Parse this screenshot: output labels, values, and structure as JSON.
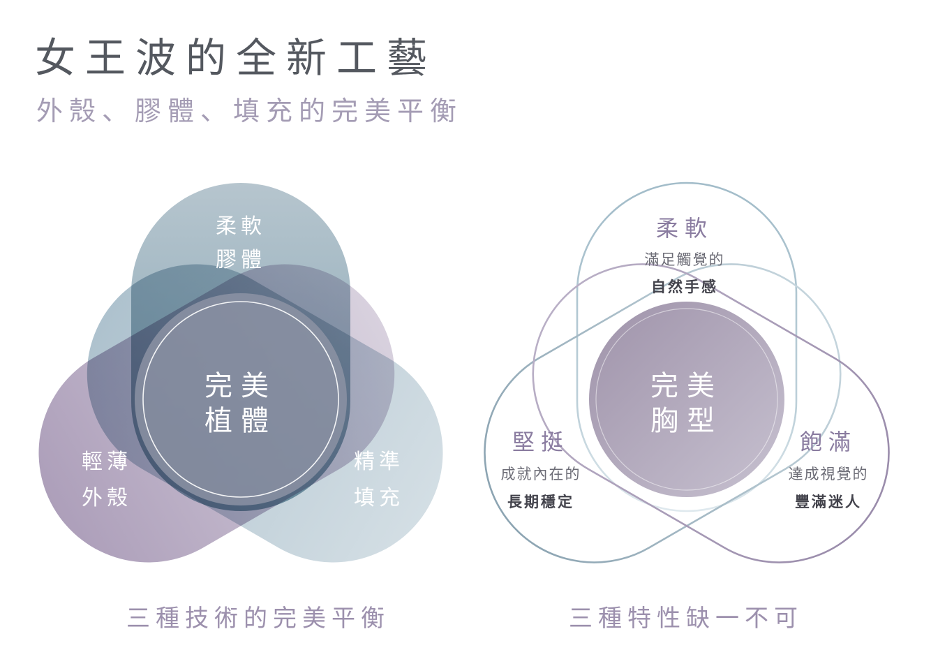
{
  "header": {
    "title": "女王波的全新工藝",
    "subtitle": "外殼、膠體、填充的完美平衡"
  },
  "palette": {
    "title_text": "#54585f",
    "subtitle_text": "#a49cb4",
    "caption_text": "#9c90ad",
    "petal_gel_outer": "#b6c5ce",
    "petal_gel_inner": "#82a3b2",
    "petal_shell_outer": "#ad9fba",
    "petal_shell_inner": "#d8d1de",
    "petal_fill_outer": "#d3dee4",
    "petal_fill_inner": "#aec2ce",
    "left_center_circle": "#8d92a4",
    "right_circle_dark": "#9f93aa",
    "right_circle_light": "#c7c1d0",
    "stroke_soft": "#a2bcc9",
    "stroke_firm": "#8ca4b2",
    "stroke_full": "#9a8cab",
    "label_on_color": "#ffffff",
    "feature_title_text": "#8a7ca0",
    "feature_desc_text": "#6c6c76",
    "feature_highlight_text": "#43434c"
  },
  "left_diagram": {
    "caption": "三種技術的完美平衡",
    "center": {
      "line1": "完美",
      "line2": "植體"
    },
    "petals": [
      {
        "name": "soft-gel",
        "line1": "柔軟",
        "line2": "膠體"
      },
      {
        "name": "thin-shell",
        "line1": "輕薄",
        "line2": "外殼"
      },
      {
        "name": "precise-fill",
        "line1": "精準",
        "line2": "填充"
      }
    ]
  },
  "right_diagram": {
    "caption": "三種特性缺一不可",
    "center": {
      "line1": "完美",
      "line2": "胸型"
    },
    "features": [
      {
        "name": "soft",
        "title": "柔軟",
        "desc": "滿足觸覺的",
        "highlight": "自然手感"
      },
      {
        "name": "firm",
        "title": "堅挺",
        "desc": "成就內在的",
        "highlight": "長期穩定"
      },
      {
        "name": "full",
        "title": "飽滿",
        "desc": "達成視覺的",
        "highlight": "豐滿迷人"
      }
    ]
  }
}
